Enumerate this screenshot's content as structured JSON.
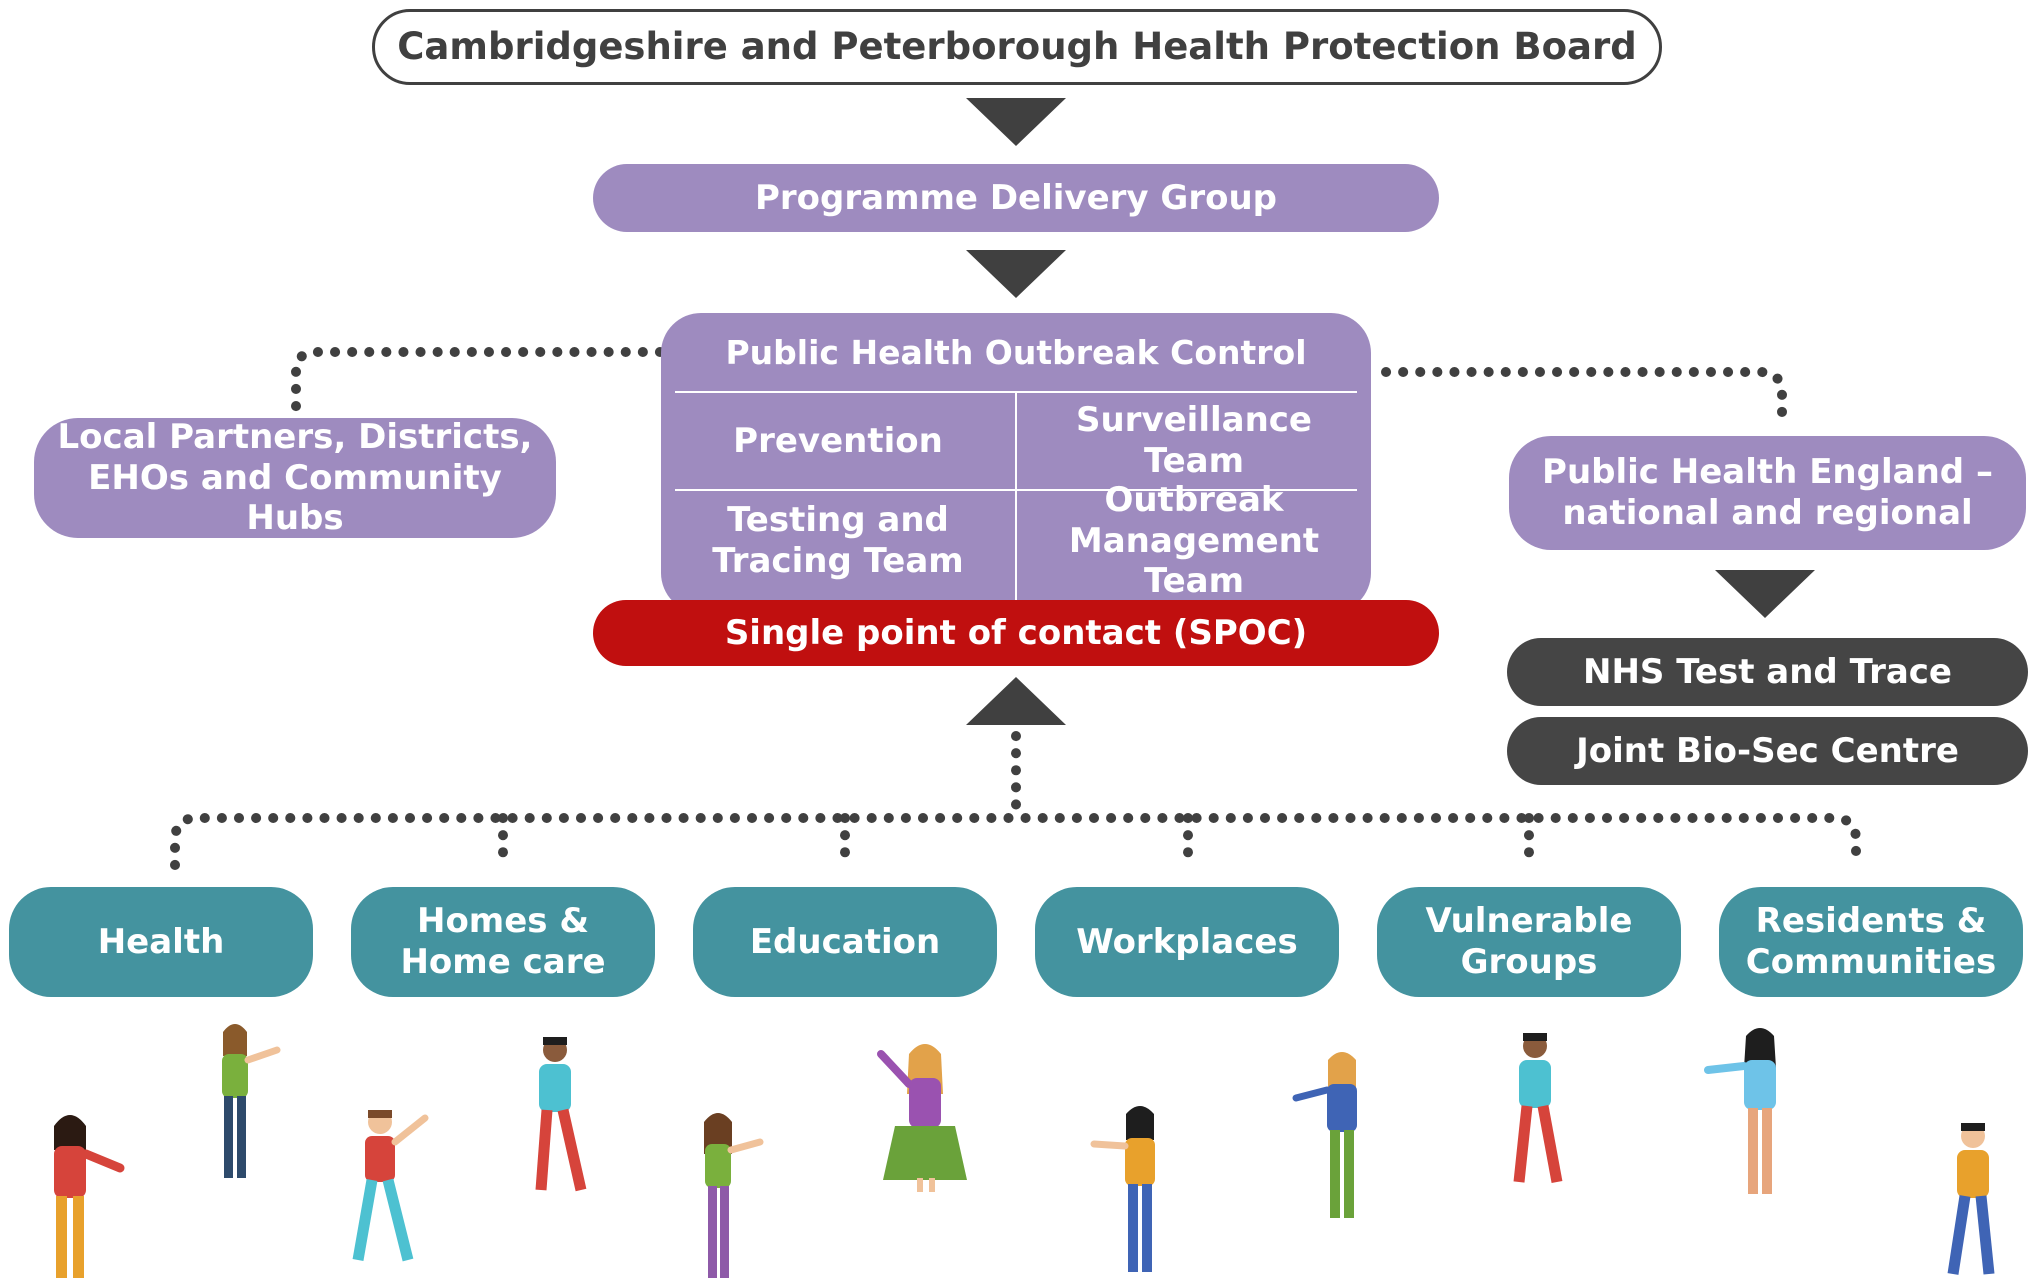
{
  "board": {
    "title": "Cambridgeshire and Peterborough Health Protection Board"
  },
  "delivery": {
    "label": "Programme Delivery Group"
  },
  "outbreak": {
    "title": "Public Health Outbreak Control",
    "cells": [
      [
        "Prevention"
      ],
      [
        "Surveillance",
        "Team"
      ],
      [
        "Testing and",
        "Tracing Team"
      ],
      [
        "Outbreak",
        "Management Team"
      ]
    ]
  },
  "spoc": {
    "label": "Single point of contact (SPOC)"
  },
  "local_partners": {
    "lines": [
      "Local Partners, Districts,",
      "EHOs and Community Hubs"
    ]
  },
  "phe": {
    "lines": [
      "Public Health England –",
      "national and regional"
    ]
  },
  "nhs": {
    "label": "NHS Test and Trace"
  },
  "jbc": {
    "label": "Joint Bio-Sec Centre"
  },
  "sectors": [
    {
      "lines": [
        "Health"
      ]
    },
    {
      "lines": [
        "Homes &",
        "Home care"
      ]
    },
    {
      "lines": [
        "Education"
      ]
    },
    {
      "lines": [
        "Workplaces"
      ]
    },
    {
      "lines": [
        "Vulnerable",
        "Groups"
      ]
    },
    {
      "lines": [
        "Residents &",
        "Communities"
      ]
    }
  ],
  "colors": {
    "purple": "#9e8bbf",
    "teal": "#44939f",
    "dark": "#454545",
    "red": "#c00f0f",
    "connector": "#404040"
  }
}
